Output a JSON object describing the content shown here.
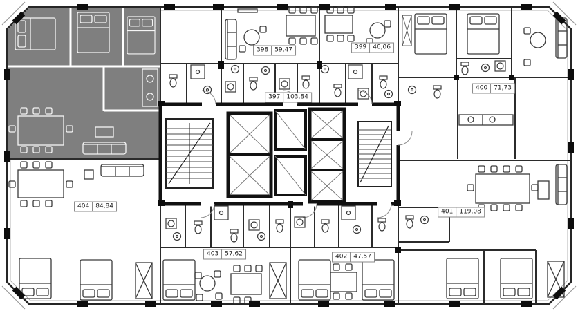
{
  "floor_plan": {
    "highlight_color": "#7f7f7f",
    "wall_color": "#262626",
    "units": [
      {
        "number": "397",
        "area": "103,84",
        "highlighted": true
      },
      {
        "number": "398",
        "area": "59,47",
        "highlighted": false
      },
      {
        "number": "399",
        "area": "46,06",
        "highlighted": false
      },
      {
        "number": "400",
        "area": "71,73",
        "highlighted": false
      },
      {
        "number": "401",
        "area": "119,08",
        "highlighted": false
      },
      {
        "number": "402",
        "area": "47,57",
        "highlighted": false
      },
      {
        "number": "403",
        "area": "57,62",
        "highlighted": false
      },
      {
        "number": "404",
        "area": "84,84",
        "highlighted": false
      }
    ]
  }
}
